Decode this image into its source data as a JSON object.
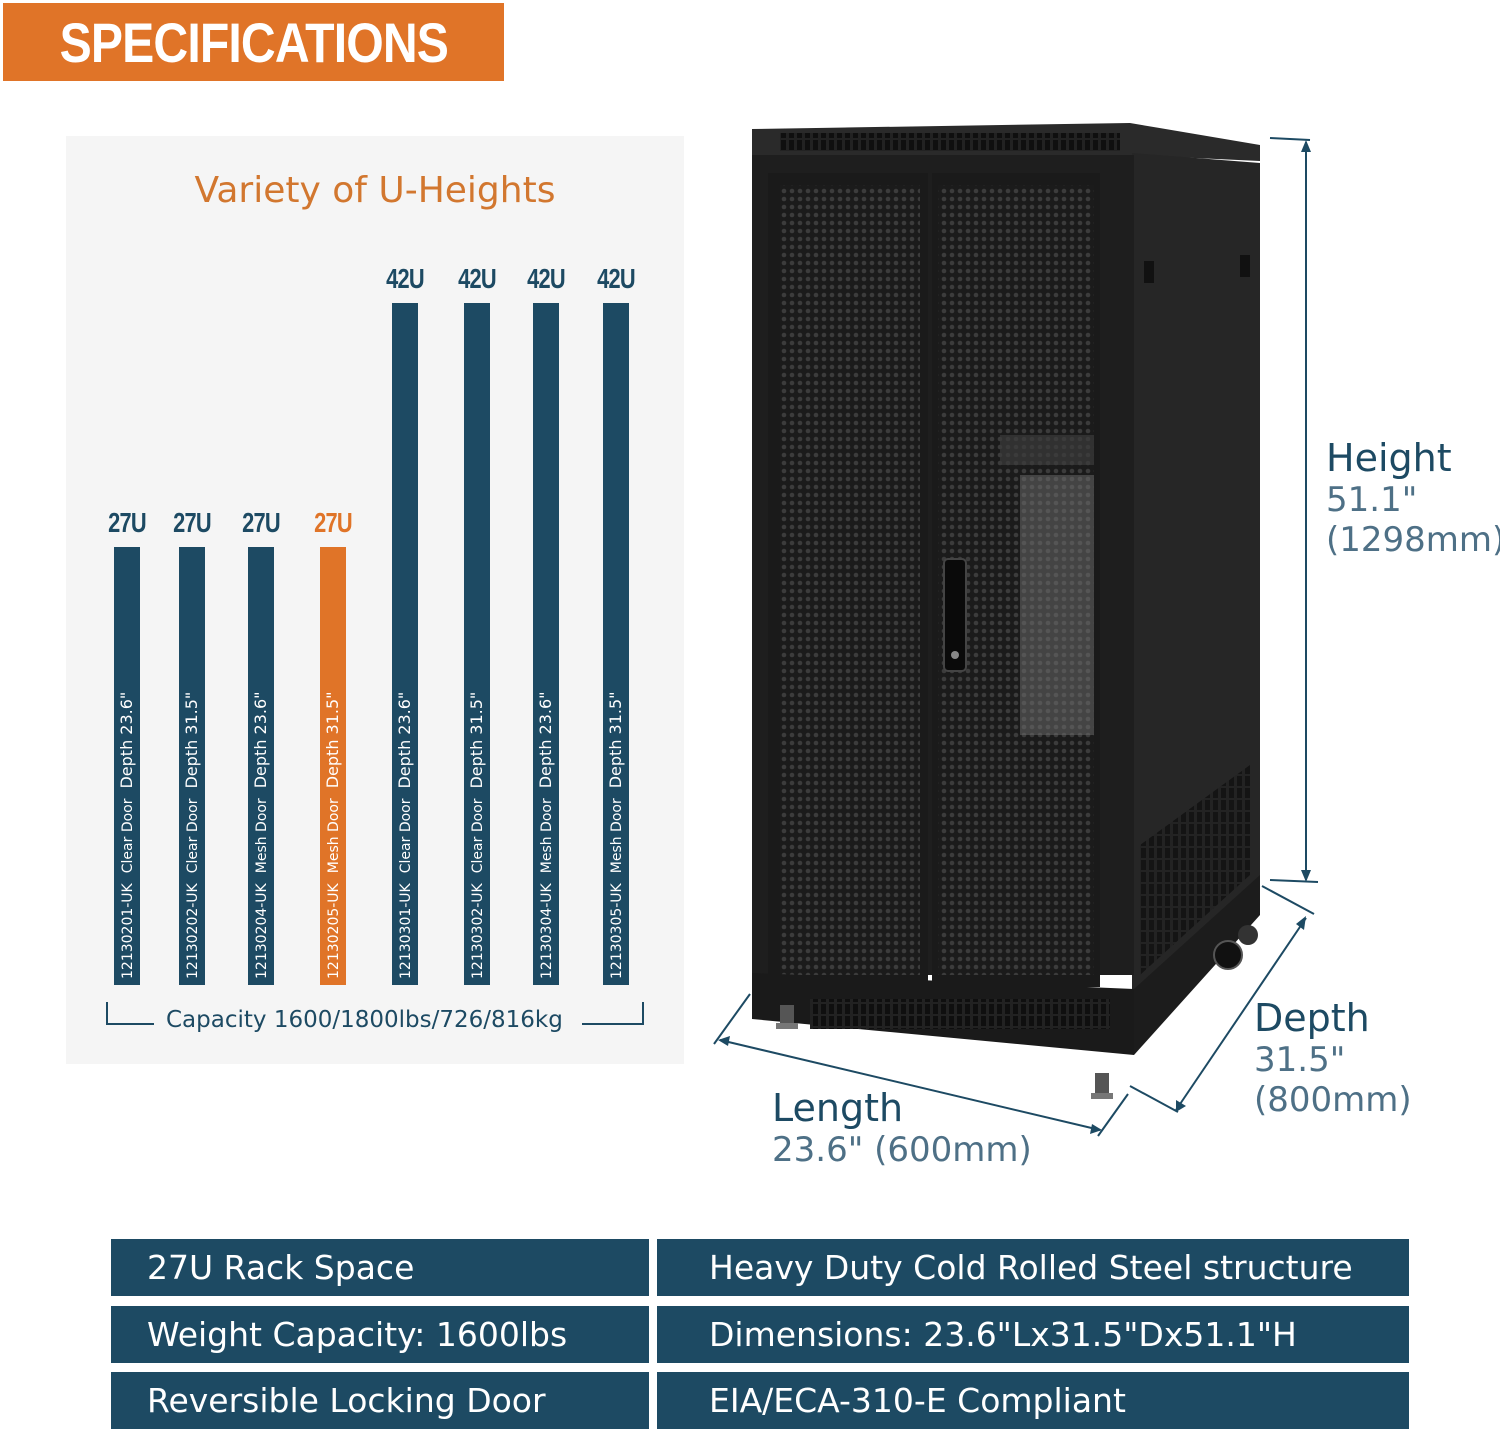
{
  "banner": {
    "title": "SPECIFICATIONS"
  },
  "panel": {
    "title": "Variety of U-Heights",
    "capacity": "Capacity 1600/1800lbs/726/816kg"
  },
  "chart_data": {
    "type": "bar",
    "title": "Variety of U-Heights",
    "categories": [
      "12130201-UK",
      "12130202-UK",
      "12130204-UK",
      "12130205-UK",
      "12130301-UK",
      "12130302-UK",
      "12130304-UK",
      "12130305-UK"
    ],
    "values": [
      27,
      27,
      27,
      27,
      42,
      42,
      42,
      42
    ],
    "value_labels": [
      "27U",
      "27U",
      "27U",
      "27U",
      "42U",
      "42U",
      "42U",
      "42U"
    ],
    "doors": [
      "Clear Door",
      "Clear Door",
      "Mesh Door",
      "Mesh Door",
      "Clear Door",
      "Clear Door",
      "Mesh Door",
      "Mesh Door"
    ],
    "depths": [
      "Depth 23.6\"",
      "Depth 31.5\"",
      "Depth 23.6\"",
      "Depth 31.5\"",
      "Depth 23.6\"",
      "Depth 31.5\"",
      "Depth 23.6\"",
      "Depth 31.5\""
    ],
    "highlight_index": 3,
    "colors": {
      "bar": "#1d4a63",
      "highlight": "#e07428"
    },
    "ylim": [
      0,
      42
    ]
  },
  "dimensions": {
    "height": {
      "label": "Height",
      "inches": "51.1\"",
      "mm": "(1298mm)"
    },
    "depth": {
      "label": "Depth",
      "inches": "31.5\"",
      "mm": "(800mm)"
    },
    "length": {
      "label": "Length",
      "value": "23.6\" (600mm)"
    }
  },
  "specs": {
    "left": [
      "27U Rack Space",
      "Weight Capacity: 1600lbs",
      "Reversible Locking Door"
    ],
    "right": [
      "Heavy Duty Cold Rolled Steel structure",
      "Dimensions: 23.6\"Lx31.5\"Dx51.1\"H",
      "EIA/ECA-310-E Compliant"
    ]
  },
  "colors": {
    "accent": "#e07428",
    "navy": "#1d4a63",
    "panel_bg": "#f5f5f5"
  }
}
